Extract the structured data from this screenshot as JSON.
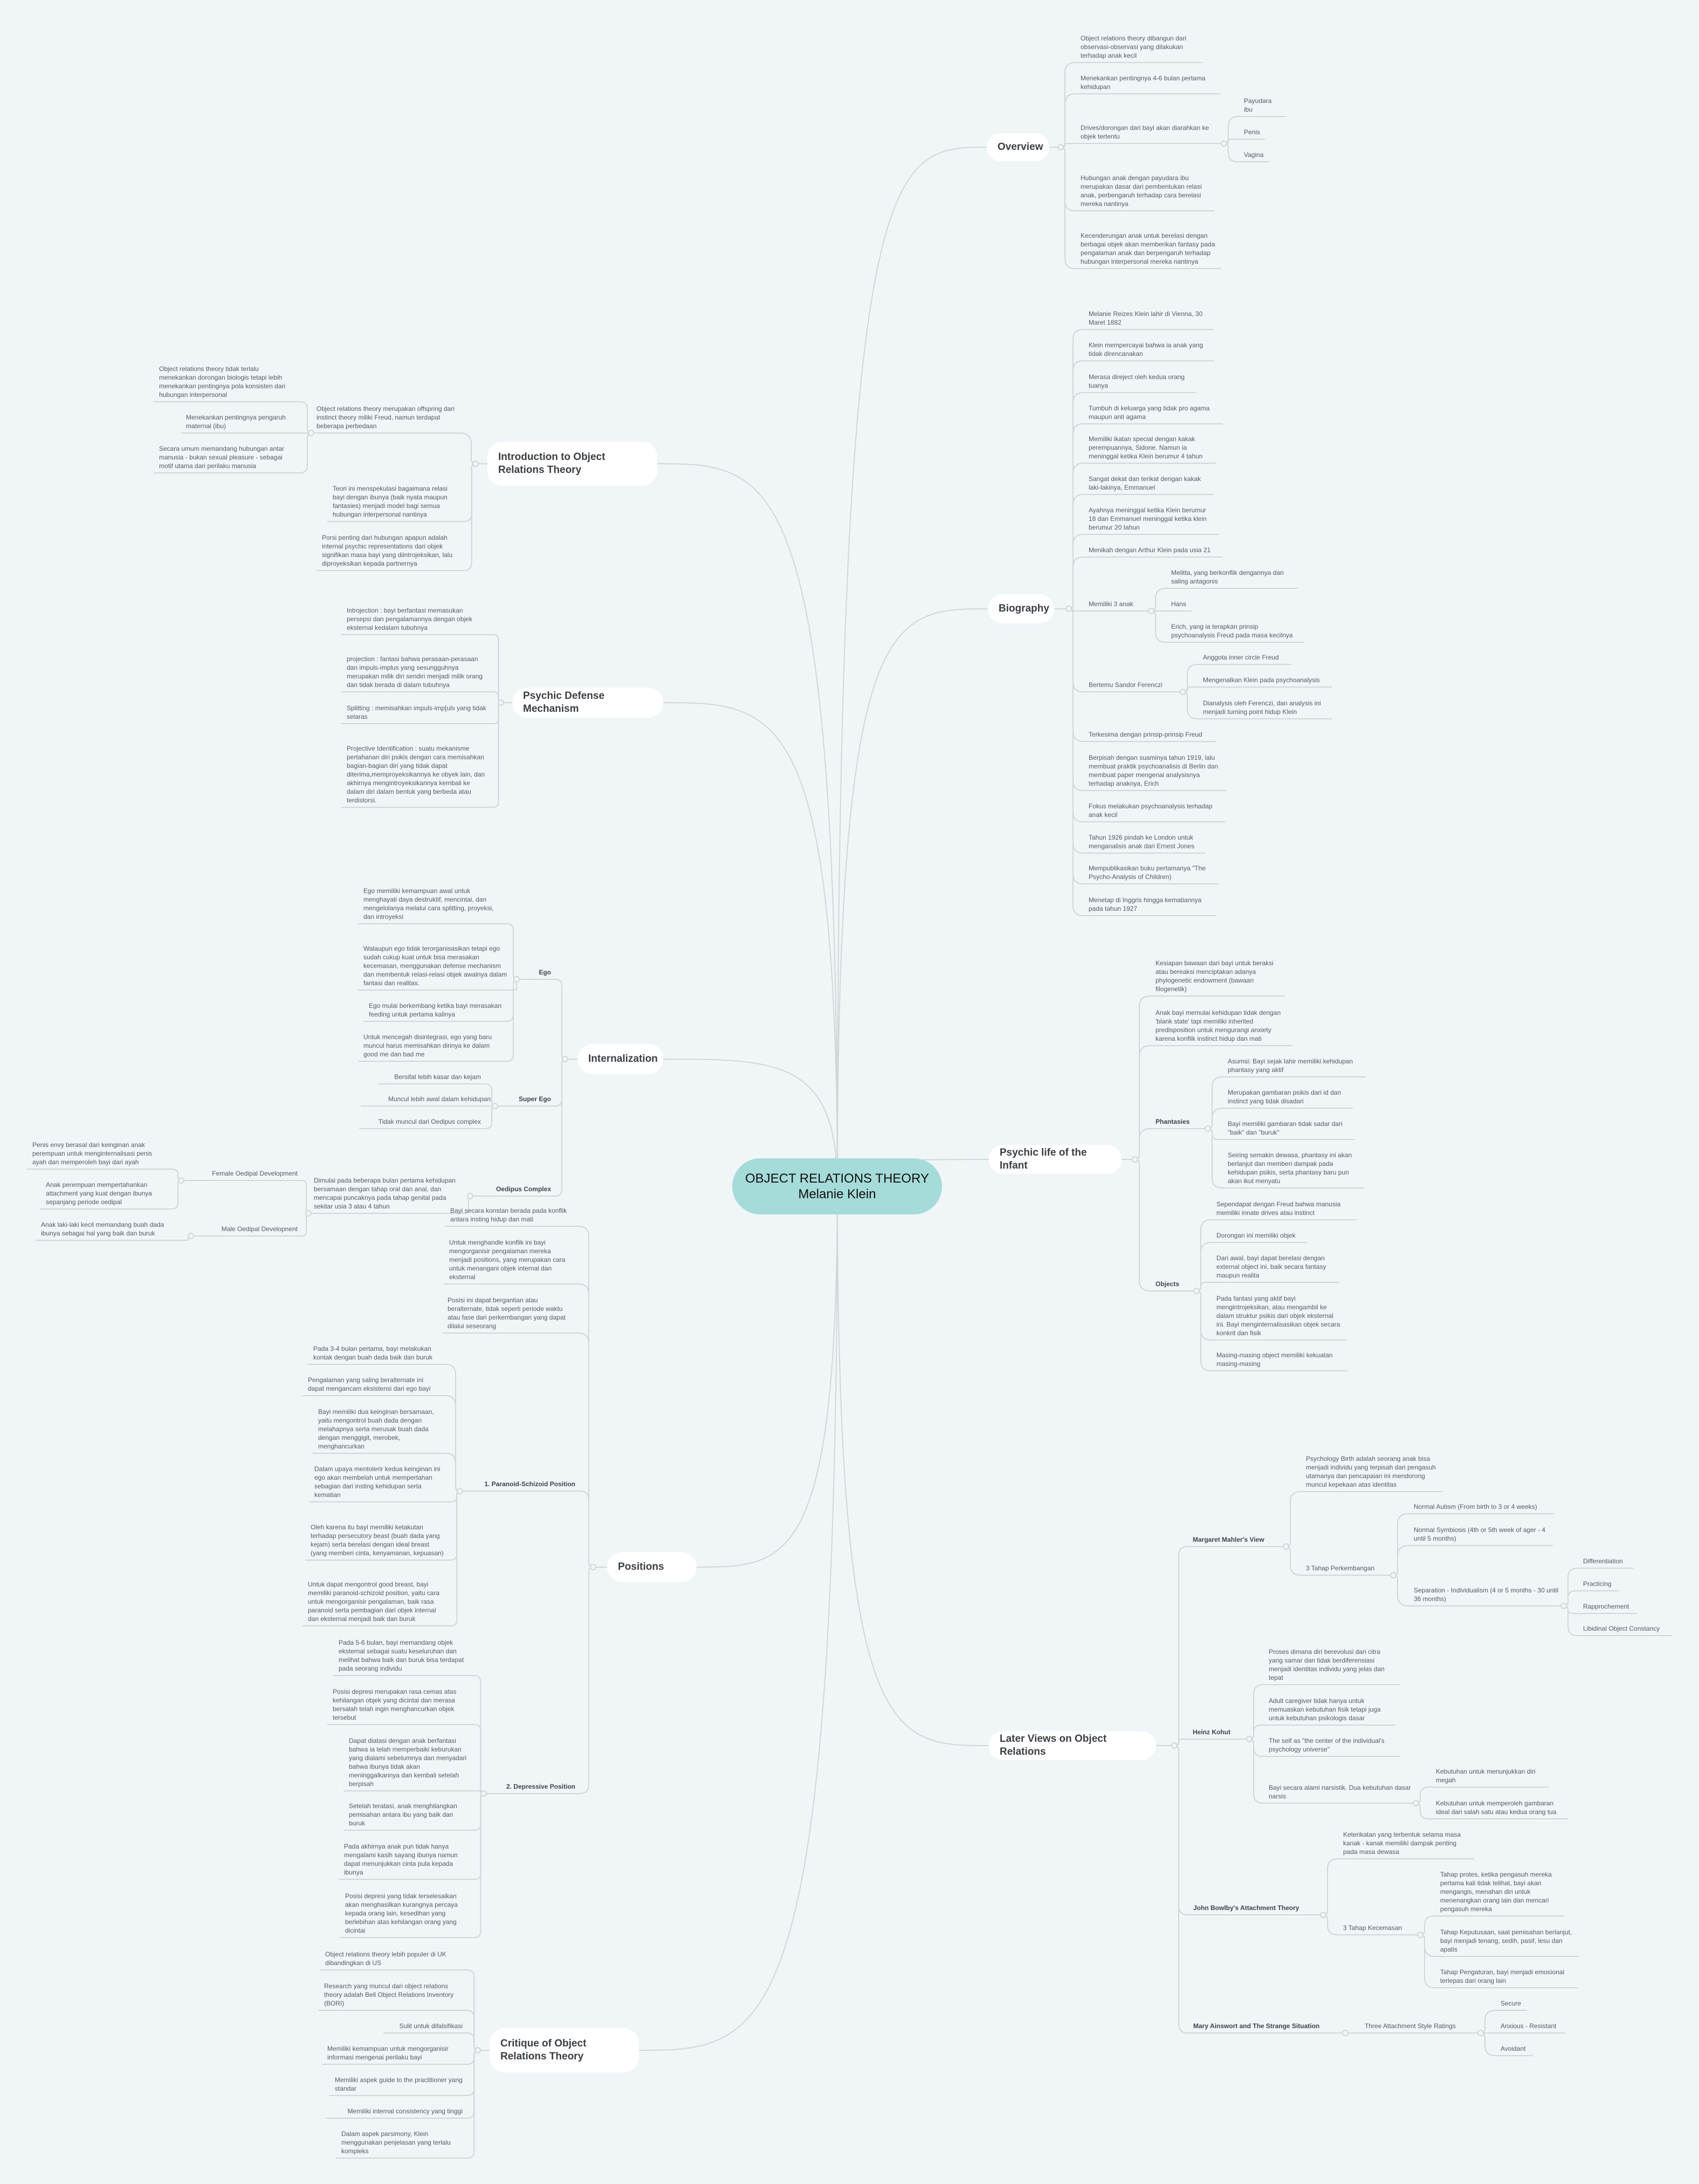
{
  "colors": {
    "background": "#f0f5f8",
    "root_fill": "#a5dbd9",
    "topic_fill": "#ffffff",
    "line": "#d2d6d9",
    "text": "#555b61"
  },
  "root": {
    "title": "OBJECT RELATIONS THEORY",
    "subtitle": "Melanie Klein"
  },
  "branches": [
    {
      "label": "Overview",
      "children": [
        {
          "label": "Object relations theory dibangun dari observasi-observasi yang dilakukan terhadap anak kecil"
        },
        {
          "label": "Menekankan pentingnya 4-6 bulan pertama kehidupan"
        },
        {
          "label": "Drives/dorongan dari bayi akan diarahkan ke objek tertentu",
          "children": [
            {
              "label": "Payudara ibu"
            },
            {
              "label": "Penis"
            },
            {
              "label": "Vagina"
            }
          ]
        },
        {
          "label": "Hubungan anak dengan payudara ibu merupakan dasar dari pembentukan relasi anak, perbengaruh terhadap cara berelasi mereka nantinya"
        },
        {
          "label": "Kecenderungan anak untuk berelasi dengan berbagai objek akan memberikan fantasy pada pengalaman anak dan berpengaruh terhadap hubungan interpersonal mereka nantinya"
        }
      ]
    },
    {
      "label": "Biography",
      "children": [
        {
          "label": "Melanie Reizes Klein lahir di Vienna, 30 Maret 1882"
        },
        {
          "label": "Klein mempercayai bahwa ia anak yang tidak direncanakan"
        },
        {
          "label": "Merasa direject oleh kedua orang tuanya"
        },
        {
          "label": "Tumbuh di keluarga yang tidak pro agama maupun anti agama"
        },
        {
          "label": "Memiliki ikatan special dengan kakak perempuannya, Sidone. Namun ia meninggal ketika Klein berumur 4 tahun"
        },
        {
          "label": "Sangat dekat dan terikat dengan kakak laki-lakinya, Emmanuel"
        },
        {
          "label": "Ayahnya meninggal ketika Klein berumur 18 dan Emmanuel meninggal ketika klein berumur 20 tahun"
        },
        {
          "label": "Menikah dengan Arthur Klein pada usia 21"
        },
        {
          "label": "Memiliki 3 anak",
          "children": [
            {
              "label": "Melitta, yang berkonflik dengannya dan saling antagonis"
            },
            {
              "label": "Hans"
            },
            {
              "label": "Erich, yang ia terapkan prinsip psychoanalysis Freud pada masa kecilnya"
            }
          ]
        },
        {
          "label": "Bertemu Sandor Ferenczi",
          "children": [
            {
              "label": "Anggota inner circle Freud"
            },
            {
              "label": "Mengenalkan Klein pada psychoanalysis"
            },
            {
              "label": "Dianalysis oleh Ferenczi, dan analysis ini menjadi turning point hidup Klein"
            }
          ]
        },
        {
          "label": "Terkesima dengan prinsip-prinsip Freud"
        },
        {
          "label": "Berpisah dengan suaminya tahun 1919, lalu membuat praktik psychoanalisis di Berlin dan membuat paper mengenai analysisnya terhadap anaknya, Erich"
        },
        {
          "label": "Fokus melakukan psychoanalysis terhadap anak kecil"
        },
        {
          "label": "Tahun 1926 pindah ke London untuk menganalisis anak dari Ernest Jones"
        },
        {
          "label": "Mempublikasikan buku pertamanya \"The Psycho-Analysis of Children)"
        },
        {
          "label": "Menetap di Inggris hingga kematiannya pada tahun 1927"
        }
      ]
    },
    {
      "label": "Psychic life of the Infant",
      "children": [
        {
          "label": "Kesiapan bawaan dari bayi untuk beraksi atau bereaksi menciptakan adanya phylogenetic endowment (bawaan filogenetik)"
        },
        {
          "label": "Anak bayi memulai kehidupan tidak dengan 'blank state' tapi memiliki inherited predisposition untuk mengurangi anxiety karena konflik instinct hidup dan mati"
        },
        {
          "label": "Phantasies",
          "children": [
            {
              "label": "Asumsi: Bayi sejak lahir memiliki kehidupan phantasy yang aktif"
            },
            {
              "label": "Merupakan gambaran psikis dari id dan instinct yang tidak disadari"
            },
            {
              "label": "Bayi memiliki gambaran tidak sadar dari \"baik\" dan \"buruk\""
            },
            {
              "label": "Seiring semakin dewasa, phantasy ini akan berlanjut dan memberi dampak pada kehidupan psikis, serta phantasy baru pun akan ikut menyatu"
            }
          ]
        },
        {
          "label": "Objects",
          "children": [
            {
              "label": "Sependapat dengan Freud bahwa manusia memiliki innate drives atau instinct"
            },
            {
              "label": "Dorongan ini memiliki objek"
            },
            {
              "label": "Dari awal, bayi dapat berelasi dengan external object ini, baik secara fantasy maupun realita"
            },
            {
              "label": "Pada fantasi yang aktif bayi mengintrojeksikan, atau mengambil ke dalam struktur psikis dari objek eksternal ini. Bayi menginternalisasikan objek secara konkrit dan fisik"
            },
            {
              "label": "Masing-masing object memiliki kekuatan masing-masing"
            }
          ]
        }
      ]
    },
    {
      "label": "Later Views on Object Relations",
      "children": [
        {
          "label": "Margaret Mahler's View",
          "children": [
            {
              "label": "Psychology Birth adalah seorang anak bisa menjadi individu yang terpisah dari pengasuh utamanya dan pencapaian ini mendorong muncul kepekaan atas identitas"
            },
            {
              "label": "3 Tahap Perkembangan",
              "children": [
                {
                  "label": "Normal Autism (From birth to 3 or 4 weeks)"
                },
                {
                  "label": "Normal Symbiosis (4th or 5th week of ager - 4 until 5 months)"
                },
                {
                  "label": "Separation - Individualism (4 or 5 months - 30 until 36 months)",
                  "children": [
                    {
                      "label": "Differentiation"
                    },
                    {
                      "label": "Practicing"
                    },
                    {
                      "label": "Rapprochement"
                    },
                    {
                      "label": "Libidinal Object Constancy"
                    }
                  ]
                }
              ]
            }
          ]
        },
        {
          "label": "Heinz Kohut",
          "children": [
            {
              "label": "Proses dimana diri berevolusi dari citra yang samar dan tidak berdiferensiasi menjadi identitas individu yang jelas dan tepat"
            },
            {
              "label": "Adult caregiver tidak hanya untuk memuaskan kebutuhan fisik tetapi juga untuk kebutuhan psikologis dasar"
            },
            {
              "label": "The self as \"the center of the individual's psychology universe\""
            },
            {
              "label": "Bayi secara alami narsistik. Dua kebutuhan dasar narsis",
              "children": [
                {
                  "label": "Kebutuhan untuk menunjukkan diri megah"
                },
                {
                  "label": "Kebutuhan untuk memperoleh gambaran ideal dari salah satu atau kedua orang tua"
                }
              ]
            }
          ]
        },
        {
          "label": "John Bowlby's Attachment Theory",
          "children": [
            {
              "label": "Keterikatan yang terbentuk selama masa kanak - kanak memiliki dampak penting pada masa dewasa"
            },
            {
              "label": "3 Tahap Kecemasan",
              "children": [
                {
                  "label": "Tahap protes, ketika pengasuh mereka pertama kali tidak telihat, bayi akan mengangis, menahan diri untuk menenangkan orang lain dan mencari pengasuh mereka"
                },
                {
                  "label": "Tahap Keputusaan, saat pemisahan berlanjut, bayi menjadi tenang, sedih, pasif, lesu dan apatis"
                },
                {
                  "label": "Tahap Pengaturan, bayi menjadi emosional terlepas dari orang lain"
                }
              ]
            }
          ]
        },
        {
          "label": "Mary Ainswort and The Strange Situation",
          "children": [
            {
              "label": "Three Attachment Style Ratings",
              "children": [
                {
                  "label": "Secure"
                },
                {
                  "label": "Anxious - Resistant"
                },
                {
                  "label": "Avoidant"
                }
              ]
            }
          ]
        }
      ]
    },
    {
      "label": "Introduction to Object Relations Theory",
      "children": [
        {
          "label": "Object relations theory merupakan offspring dari instinct theory miliki Freud, namun terdapat beberapa perbedaan",
          "children": [
            {
              "label": "Object relations theory tidak terlalu menekankan dorongan biologis tetapi lebih menekankan pentingnya pola konsisten dari hubungan interpersonal"
            },
            {
              "label": "Menekankan pentingnya pengaruh maternal (ibu)"
            },
            {
              "label": "Secara umum memandang hubungan antar manusia - bukan sexual pleasure - sebagai motif utama dari perilaku manusia"
            }
          ]
        },
        {
          "label": "Teori ini menspekulasi bagaimana relasi bayi dengan ibunya (baik nyata maupun fantasies) menjadi model bagi semua hubungan interpersonal nantinya"
        },
        {
          "label": "Porsi penting dari hubungan apapun adalah internal psychic representations dari objek signifikan masa bayi yang diintrojeksikan, lalu diproyeksikan kepada partnernya"
        }
      ]
    },
    {
      "label": "Psychic Defense Mechanism",
      "children": [
        {
          "label": "Introjection : bayi berfantasi memasukan persepsi dan pengalamannya dengan objek eksternal kedalam tubuhnya"
        },
        {
          "label": "projection : fantasi bahwa perasaan-perasaan dan impuls-implus yang sesungguhnya merupakan milik diri sendiri menjadi milik orang  dan tidak berada di dalam tubuhnya"
        },
        {
          "label": "Splitting : memisahkan impuls-imp[uls yang tidak selaras"
        },
        {
          "label": "Projective Identification : suatu mekanisme pertahanan diri psikis dengan cara memisahkan bagian-bagian diri yang tidak dapat diterima,memproyeksikannya ke obyek lain, dan akhirnya mengintroyeksikannya kembali ke dalam diri dalam bentuk yang berbeda atau terdistorsi."
        }
      ]
    },
    {
      "label": "Internalization",
      "children": [
        {
          "label": "Ego",
          "children": [
            {
              "label": "Ego memiliki kemampuan awal untuk menghayati daya destruktif, mencintai, dan mengelolanya melalui cara splitting, proyeksi, dan introyeksi"
            },
            {
              "label": "Walaupun ego tidak terorganisasikan tetapi ego sudah cukup kuat untuk bisa merasakan kecemasan, menggunakan defense mechanism dan membentuk relasi-relasi objek awalnya dalam fantasi dan realitas."
            },
            {
              "label": "Ego mulai berkembang ketika bayi merasakan feeding untuk pertama kalinya"
            },
            {
              "label": "Untuk mencegah disintegrasi, ego yang baru muncul harus memisahkan dirinya ke dalam good me dan bad me"
            }
          ]
        },
        {
          "label": "Super Ego",
          "children": [
            {
              "label": "Bersifat lebih kasar dan kejam"
            },
            {
              "label": "Muncul lebih awal dalam kehidupan"
            },
            {
              "label": "Tidak muncul dari Oedipus complex"
            }
          ]
        },
        {
          "label": "Oedipus Complex",
          "children": [
            {
              "label": "Dimulai pada beberapa bulan pertama kehidupan bersamaan dengan tahap oral dan anal, dan mencapai puncaknya pada tahap genital pada sekitar usia 3 atau 4 tahun",
              "children": [
                {
                  "label": "Female Oedipal Development",
                  "children": [
                    {
                      "label": "Penis envy berasal dari keinginan anak perempuan untuk menginternalisasi penis ayah dan memperoleh bayi dari ayah"
                    },
                    {
                      "label": "Anak perempuan mempertahankan attachment yang kuat dengan ibunya sepanjang periode oedipal"
                    }
                  ]
                },
                {
                  "label": "Male Oedipal Developnent",
                  "children": [
                    {
                      "label": "Anak laki-laki kecil memandang buah dada ibunya sebagai hal yang baik dan buruk"
                    }
                  ]
                }
              ]
            }
          ]
        }
      ]
    },
    {
      "label": "Positions",
      "children": [
        {
          "label": "Bayi secara konstan berada pada konflik antara insting hidup dan mati"
        },
        {
          "label": "Untuk menghandle konflik ini bayi mengorganisir pengalaman mereka menjadi positions, yang merupakan cara untuk menangani objek internal dan eksternal"
        },
        {
          "label": "Posisi ini dapat bergantian atau beralternate, tidak seperti periode waktu atau fase dari perkembangan yang dapat dilalui seseorang"
        },
        {
          "label": "1. Paranoid-Schizoid Position",
          "children": [
            {
              "label": "Pada 3-4 bulan pertama, bayi melakukan kontak dengan buah dada baik dan buruk"
            },
            {
              "label": "Pengalaman yang saling beralternate ini dapat mengancam eksistensi dari ego bayi"
            },
            {
              "label": "Bayi memiliki dua keinginan bersamaan, yaitu mengontrol buah dada dengan melahapnya serta merusak buah dada dengan menggigit, merobek, menghancurkan"
            },
            {
              "label": "Dalam upaya mentolerir kedua keinginan ini ego akan membelah untuk mempertahan sebagian dari insting kehidupan serta kematian"
            },
            {
              "label": "Oleh karena itu bayi memiliki ketakutan terhadap persecutory beast (buah dada yang kejam) serta berelasi dengan ideal breast (yang memberi cinta, kenyamanan, kepuasan)"
            },
            {
              "label": "Untuk dapat mengontrol good breast, bayi memiliki paranoid-schizoid position, yaitu cara untuk mengorganisir pengalaman, baik rasa paranoid serta pembagian dari objek internal dan eksternal menjadi baik dan buruk"
            }
          ]
        },
        {
          "label": "2. Depressive Position",
          "children": [
            {
              "label": "Pada 5-6 bulan, bayi memandang objek eksternal sebagai suatu keseluruhan dan melihat bahwa baik dan buruk bisa terdapat pada seorang individu"
            },
            {
              "label": "Posisi depresi merupakan rasa cemas atas kehilangan objek yang dicintai dan merasa bersalah telah ingin menghancurkan objek tersebut"
            },
            {
              "label": "Dapat diatasi dengan anak berfantasi bahwa ia telah memperbaiki keburukan yang dialami sebelumnya dan menyadari bahwa ibunya tidak akan meninggalkannya dan kembali setelah berpisah"
            },
            {
              "label": "Setelah teratasi, anak menghilangkan pemisahan antara ibu yang baik dan buruk"
            },
            {
              "label": "Pada akhirnya anak pun tidak hanya mengalami kasih sayang ibunya namun dapat menunjukkan cinta pula kepada ibunya"
            },
            {
              "label": "Posisi depresi yang tidak terselesaikan akan menghasilkan kurangnya percaya kepada orang lain, kesedihan yang berlebihan atas kehilangan orang yang dicintai"
            }
          ]
        }
      ]
    },
    {
      "label": "Critique of Object Relations Theory",
      "children": [
        {
          "label": "Object relations theory lebih populer di UK dibandingkan di US"
        },
        {
          "label": "Research yang muncul dari object relations theory adalah Bell Object Relations Inventory (BORI)"
        },
        {
          "label": "Sulit untuk difalsifikasi"
        },
        {
          "label": "Memiliki kemampuan untuk mengorganisir informasi mengenai perilaku bayi"
        },
        {
          "label": "Memiliki aspek guide to the practitioner yang standar"
        },
        {
          "label": "Memiliki internal consistency yang tinggi"
        },
        {
          "label": "Dalam aspek parsimony, Klein menggunakan penjelasan yang terlalu kompleks"
        }
      ]
    }
  ]
}
